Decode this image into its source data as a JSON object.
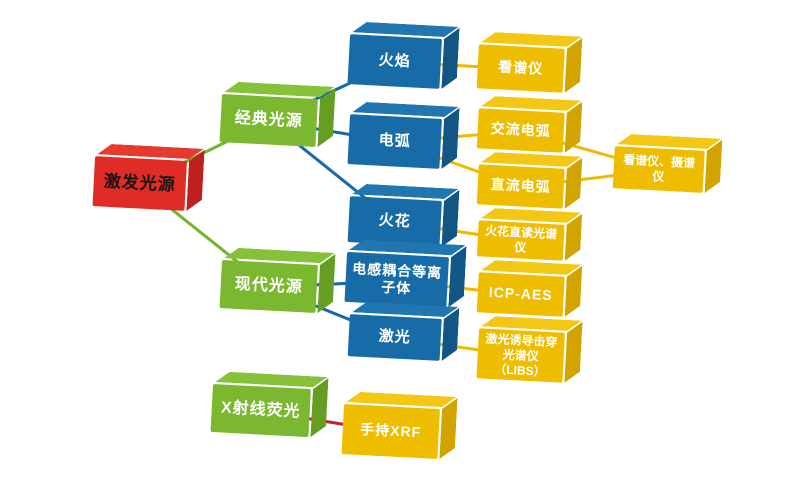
{
  "diagram": {
    "background": "#ffffff",
    "nodes": {
      "root": {
        "label": "激发光源",
        "color": "#e12b26",
        "text_color": "#161616"
      },
      "classic": {
        "label": "经典光源",
        "color": "#7ab82f",
        "text_color": "#ffffff"
      },
      "modern": {
        "label": "现代光源",
        "color": "#7ab82f",
        "text_color": "#ffffff"
      },
      "xrf": {
        "label": "X射线荧光",
        "color": "#7ab82f",
        "text_color": "#ffffff"
      },
      "flame": {
        "label": "火焰",
        "color": "#176ba6",
        "text_color": "#ffffff"
      },
      "arc": {
        "label": "电弧",
        "color": "#176ba6",
        "text_color": "#ffffff"
      },
      "spark": {
        "label": "火花",
        "color": "#176ba6",
        "text_color": "#ffffff"
      },
      "icp": {
        "label": "电感耦合等离子体",
        "color": "#176ba6",
        "text_color": "#ffffff"
      },
      "laser": {
        "label": "激光",
        "color": "#176ba6",
        "text_color": "#ffffff"
      },
      "spectroscope": {
        "label": "看谱仪",
        "color": "#eebd00",
        "text_color": "#ffffff"
      },
      "ac_arc": {
        "label": "交流电弧",
        "color": "#eebd00",
        "text_color": "#ffffff"
      },
      "dc_arc": {
        "label": "直流电弧",
        "color": "#eebd00",
        "text_color": "#ffffff"
      },
      "spark_oes": {
        "label": "火花直读光谱仪",
        "color": "#eebd00",
        "text_color": "#ffffff"
      },
      "icp_aes": {
        "label": "ICP-AES",
        "color": "#eebd00",
        "text_color": "#ffffff"
      },
      "libs": {
        "label": "激光诱导击穿光谱仪（LIBS）",
        "color": "#eebd00",
        "text_color": "#ffffff"
      },
      "spectro_camera": {
        "label": "看谱仪、摄谱仪",
        "color": "#eebd00",
        "text_color": "#ffffff"
      },
      "handheld_xrf": {
        "label": "手持XRF",
        "color": "#eebd00",
        "text_color": "#ffffff"
      }
    },
    "edges": [
      {
        "from": "激发光源",
        "to": "经典光源",
        "color": "#72b32d"
      },
      {
        "from": "激发光源",
        "to": "现代光源",
        "color": "#72b32d"
      },
      {
        "from": "经典光源",
        "to": "火焰",
        "color": "#1769a6"
      },
      {
        "from": "经典光源",
        "to": "电弧",
        "color": "#1769a6"
      },
      {
        "from": "经典光源",
        "to": "火花",
        "color": "#1769a6"
      },
      {
        "from": "现代光源",
        "to": "电感耦合等离子体",
        "color": "#1769a6"
      },
      {
        "from": "现代光源",
        "to": "激光",
        "color": "#1769a6"
      },
      {
        "from": "火焰",
        "to": "看谱仪",
        "color": "#f1b800"
      },
      {
        "from": "电弧",
        "to": "交流电弧",
        "color": "#f1b800"
      },
      {
        "from": "电弧",
        "to": "直流电弧",
        "color": "#f1b800"
      },
      {
        "from": "火花",
        "to": "火花直读光谱仪",
        "color": "#f1b800"
      },
      {
        "from": "电感耦合等离子体",
        "to": "ICP-AES",
        "color": "#f1b800"
      },
      {
        "from": "激光",
        "to": "激光诱导击穿光谱仪（LIBS）",
        "color": "#f1b800"
      },
      {
        "from": "交流电弧",
        "to": "看谱仪、摄谱仪",
        "color": "#f1b800"
      },
      {
        "from": "直流电弧",
        "to": "看谱仪、摄谱仪",
        "color": "#f1b800"
      },
      {
        "from": "X射线荧光",
        "to": "手持XRF",
        "color": "#c2252b"
      }
    ]
  }
}
